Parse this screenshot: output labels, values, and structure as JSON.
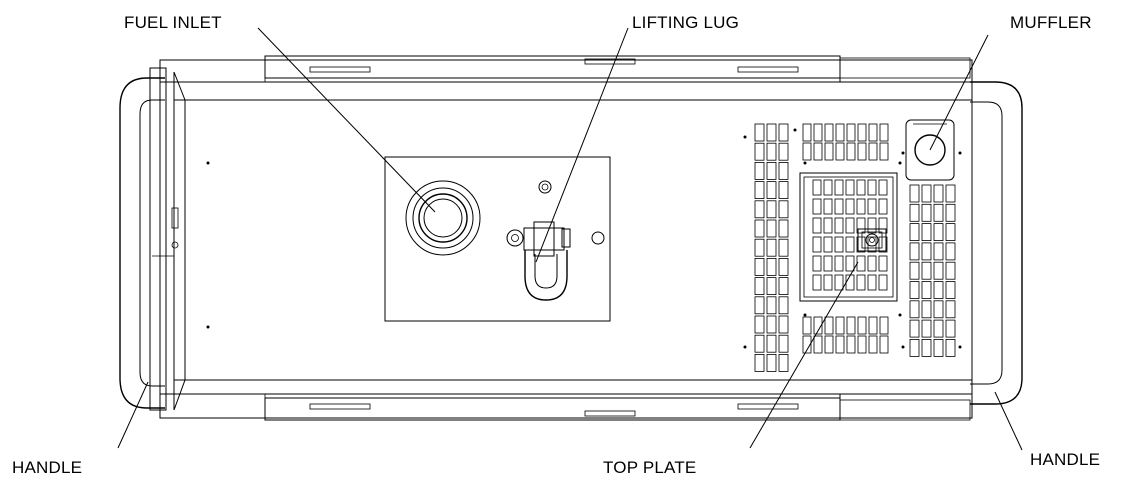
{
  "diagram": {
    "labels": {
      "fuel_inlet": "FUEL INLET",
      "lifting_lug": "LIFTING LUG",
      "muffler": "MUFFLER",
      "top_plate": "TOP PLATE",
      "handle_left": "HANDLE",
      "handle_right": "HANDLE"
    },
    "colors": {
      "line": "#000000",
      "background": "#ffffff"
    }
  }
}
